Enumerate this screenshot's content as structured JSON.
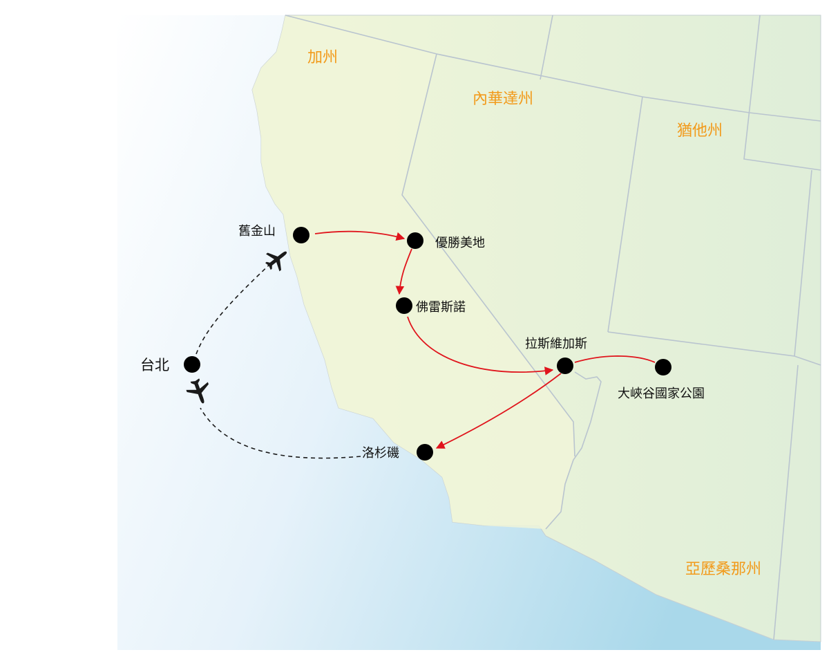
{
  "map": {
    "states": [
      {
        "id": "california",
        "label": "加州"
      },
      {
        "id": "nevada",
        "label": "內華達州"
      },
      {
        "id": "utah",
        "label": "猶他州"
      },
      {
        "id": "arizona",
        "label": "亞歷桑那州"
      }
    ],
    "cities": [
      {
        "id": "taipei",
        "label": "台北"
      },
      {
        "id": "san-francisco",
        "label": "舊金山"
      },
      {
        "id": "yosemite",
        "label": "優勝美地"
      },
      {
        "id": "fresno",
        "label": "佛雷斯諾"
      },
      {
        "id": "las-vegas",
        "label": "拉斯維加斯"
      },
      {
        "id": "grand-canyon",
        "label": "大峽谷國家公園"
      },
      {
        "id": "los-angeles",
        "label": "洛杉磯"
      }
    ],
    "route": {
      "flights": [
        {
          "from": "taipei",
          "to": "san-francisco",
          "mode": "plane"
        },
        {
          "from": "los-angeles",
          "to": "taipei",
          "mode": "plane"
        }
      ],
      "ground": [
        {
          "from": "san-francisco",
          "to": "yosemite"
        },
        {
          "from": "yosemite",
          "to": "fresno"
        },
        {
          "from": "fresno",
          "to": "las-vegas"
        },
        {
          "from": "las-vegas",
          "to": "grand-canyon"
        },
        {
          "from": "las-vegas",
          "to": "los-angeles"
        }
      ]
    },
    "colors": {
      "ocean_light": "#ffffff",
      "ocean_dark": "#a9d8ea",
      "land_california": "#eff5d9",
      "land_east": "#e0eed8",
      "border": "#b9c4cf",
      "route": "#e0141c",
      "flight": "#1a1a1a",
      "city_dot": "#000000",
      "state_label": "#f29a1a"
    }
  }
}
